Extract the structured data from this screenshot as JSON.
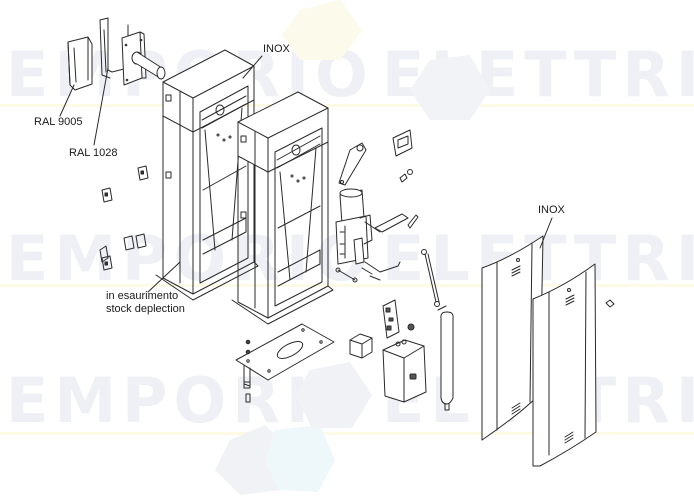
{
  "watermark": {
    "rows": [
      {
        "left": "EMPORIO",
        "right": "ELETTRICO"
      },
      {
        "left": "EMPORIO",
        "right": "ELETTRICO"
      },
      {
        "left": "EMPORIO",
        "right": "ELETTRICO"
      }
    ],
    "colors": {
      "text": "#eef0f6",
      "hex_gray": "#eceef2",
      "hex_cyan": "#eef8fa",
      "hex_yellow": "#fdfbe6"
    }
  },
  "labels": {
    "ral_9005": "RAL 9005",
    "ral_1028": "RAL 1028",
    "inox_top": "INOX",
    "inox_right": "INOX",
    "stock_it": "in esaurimento",
    "stock_en": "stock deplection"
  },
  "parts": [
    "black-pole-cover-ral-9005",
    "yellow-pole-cover-ral-1028",
    "beam-mounting-flange-with-shaft",
    "barrier-cabinet-old-model",
    "barrier-cabinet",
    "cabinet-side-brackets",
    "transmission-lever",
    "endstop-bracket",
    "gearmotor",
    "adjustment-lever",
    "spring-rods",
    "balancing-rod",
    "control-board",
    "transformer",
    "control-box",
    "balancing-spring-cylinder",
    "foundation-plate",
    "anchor-bolt",
    "inox-door-panel-front",
    "inox-door-panel-rear",
    "key-lock"
  ]
}
